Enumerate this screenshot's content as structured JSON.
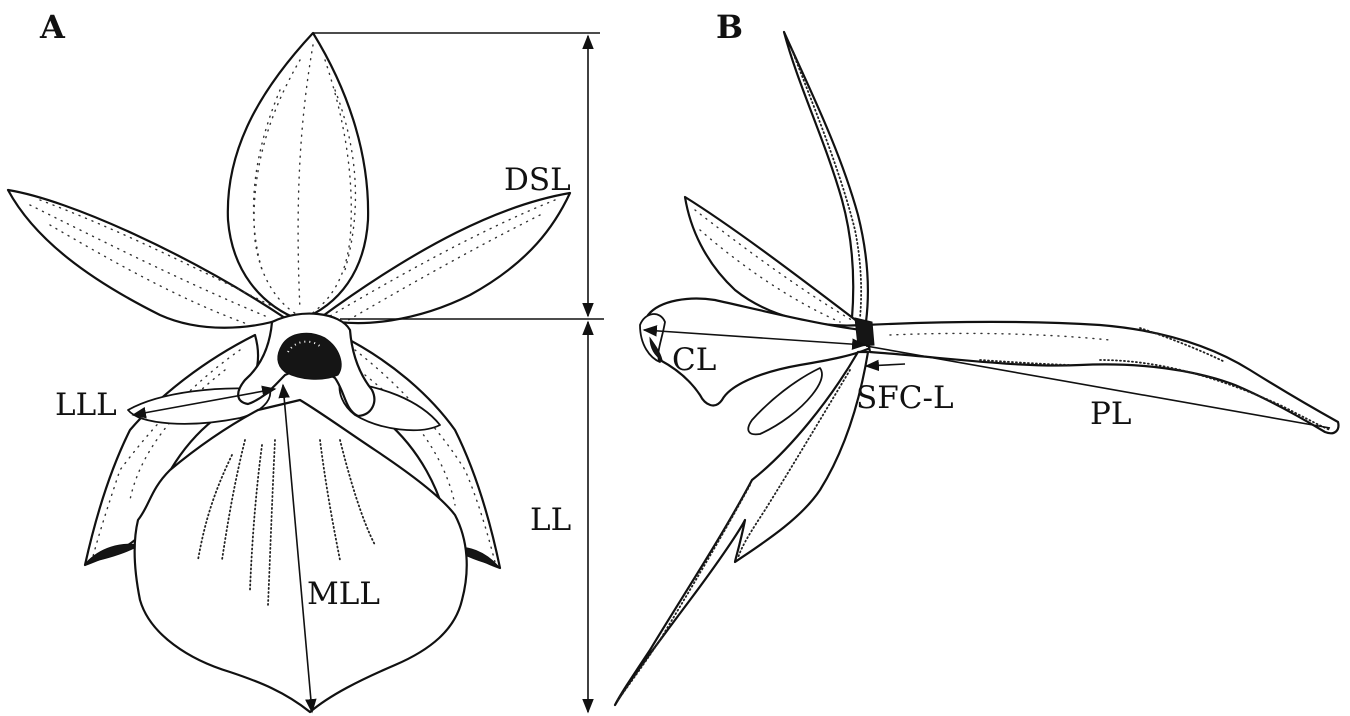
{
  "panels": [
    {
      "id": "A",
      "label": "A"
    },
    {
      "id": "B",
      "label": "B"
    }
  ],
  "measurements": {
    "dsl": "DSL",
    "ll": "LL",
    "lll": "LLL",
    "mll": "MLL",
    "cl": "CL",
    "sfcl": "SFC-L",
    "pl": "PL"
  }
}
